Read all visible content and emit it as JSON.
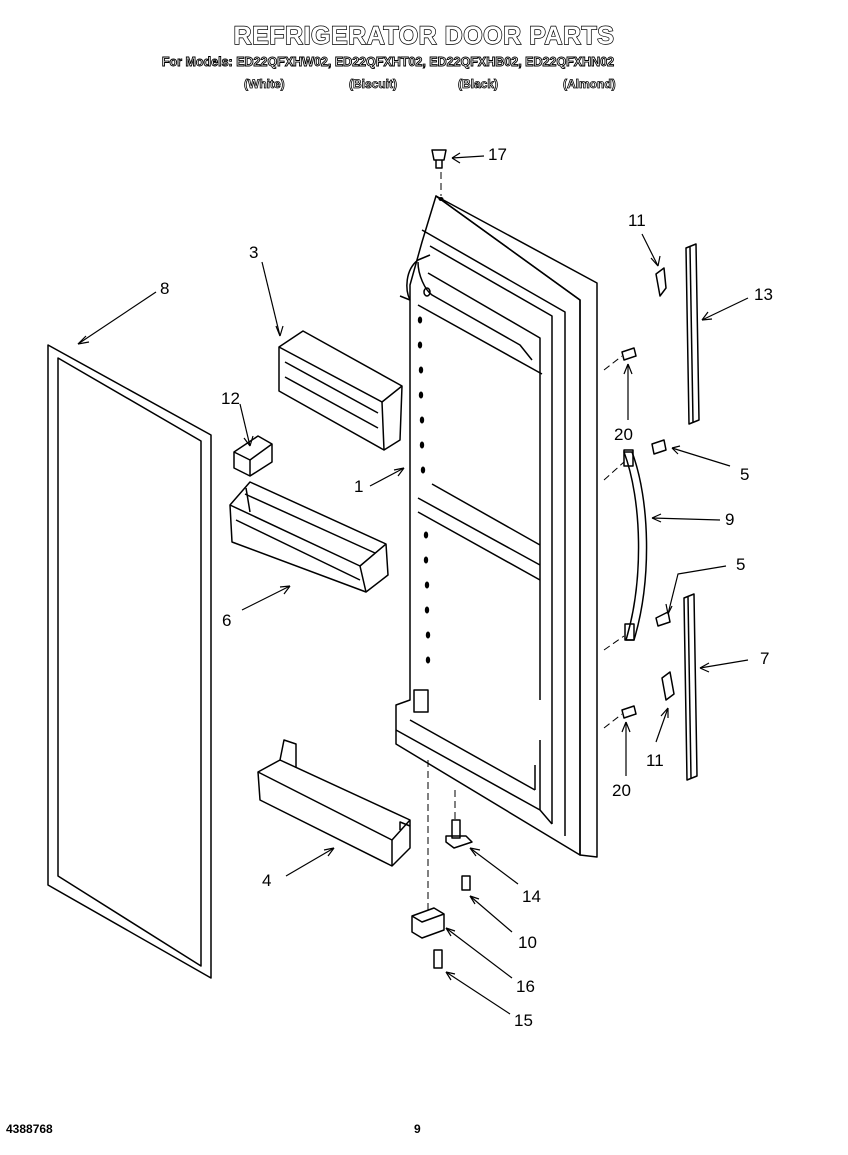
{
  "header": {
    "title": "REFRIGERATOR DOOR PARTS",
    "models_line": "For Models: ED22QFXHW02, ED22QFXHT02, ED22QFXHB02, ED22QFXHN02",
    "finishes": [
      "(White)",
      "(Biscuit)",
      "(Black)",
      "(Almond)"
    ]
  },
  "callouts": [
    "17",
    "3",
    "8",
    "11",
    "13",
    "12",
    "20",
    "5",
    "1",
    "9",
    "6",
    "5",
    "7",
    "11",
    "20",
    "4",
    "14",
    "10",
    "16",
    "15"
  ],
  "footer": {
    "doc_number": "4388768",
    "page_number": "9"
  }
}
